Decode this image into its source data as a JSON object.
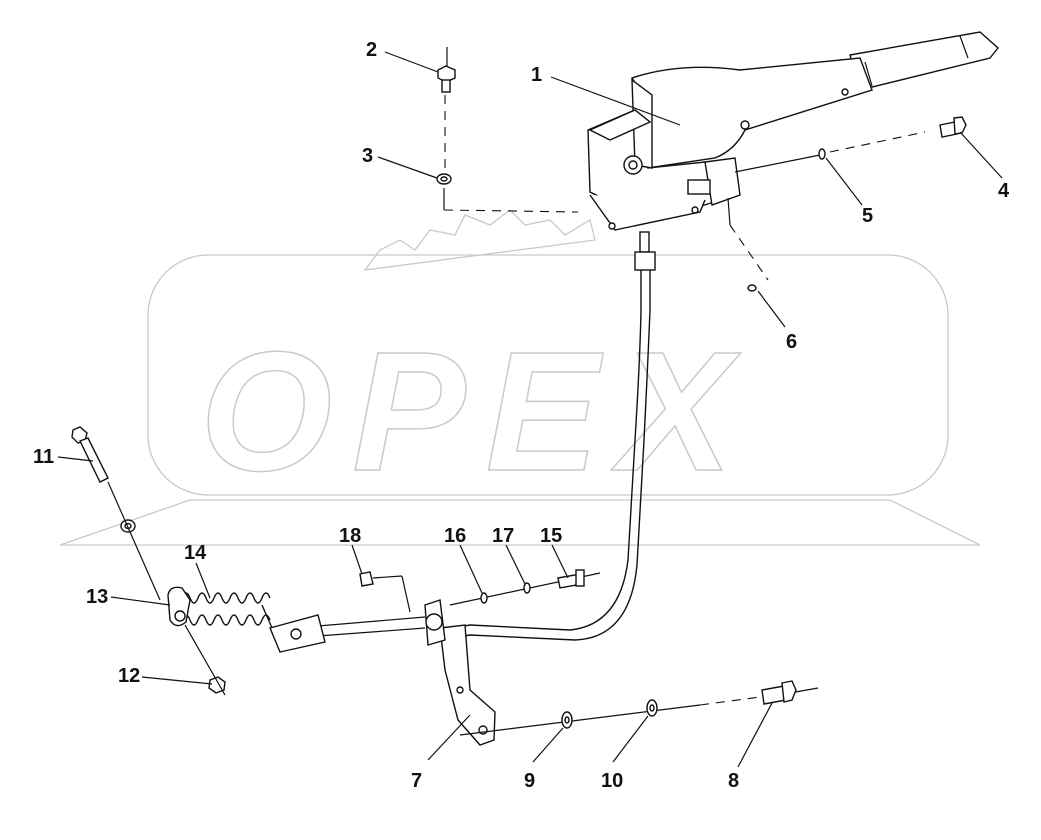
{
  "diagram": {
    "watermark_text": "OPEX",
    "callouts": [
      {
        "id": "1",
        "label": "1"
      },
      {
        "id": "2",
        "label": "2"
      },
      {
        "id": "3",
        "label": "3"
      },
      {
        "id": "4",
        "label": "4"
      },
      {
        "id": "5",
        "label": "5"
      },
      {
        "id": "6",
        "label": "6"
      },
      {
        "id": "7",
        "label": "7"
      },
      {
        "id": "8",
        "label": "8"
      },
      {
        "id": "9",
        "label": "9"
      },
      {
        "id": "10",
        "label": "10"
      },
      {
        "id": "11",
        "label": "11"
      },
      {
        "id": "12",
        "label": "12"
      },
      {
        "id": "13",
        "label": "13"
      },
      {
        "id": "14",
        "label": "14"
      },
      {
        "id": "15",
        "label": "15"
      },
      {
        "id": "16",
        "label": "16"
      },
      {
        "id": "17",
        "label": "17"
      },
      {
        "id": "18",
        "label": "18"
      }
    ]
  }
}
